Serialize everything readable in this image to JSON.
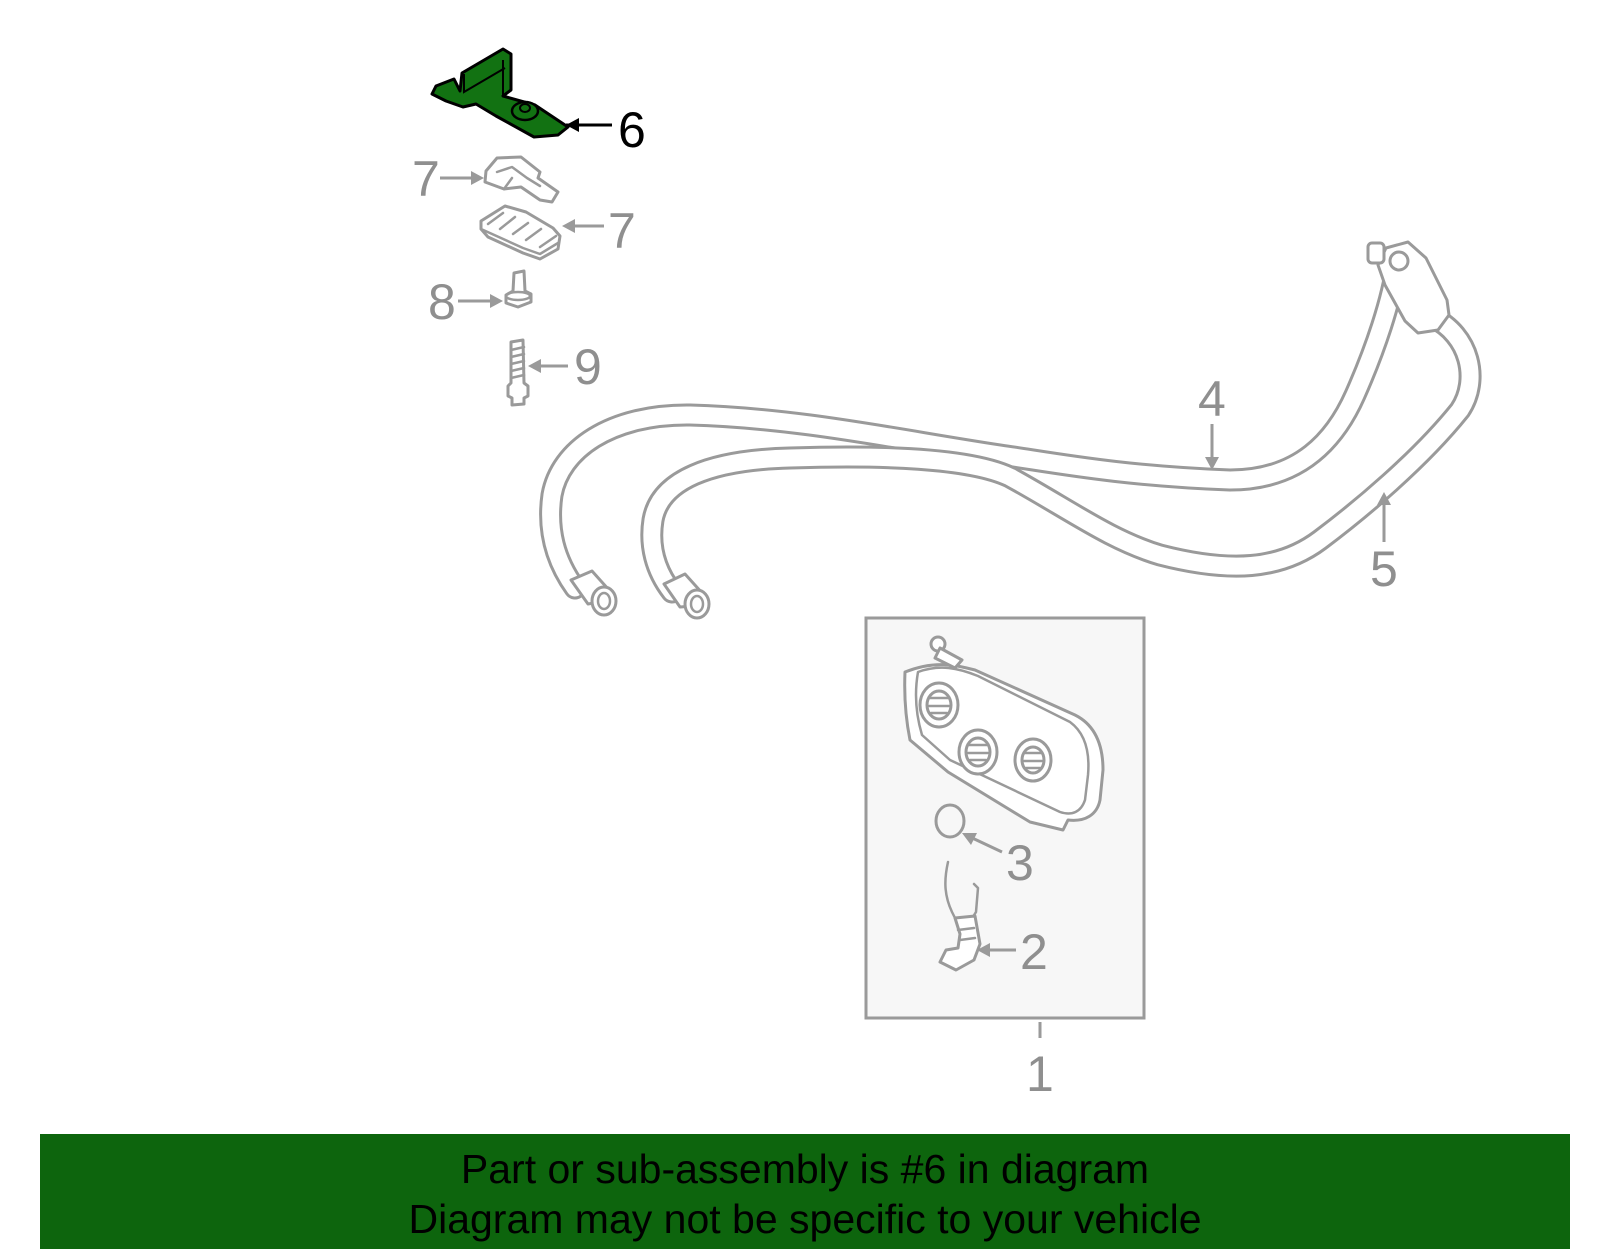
{
  "diagram": {
    "callouts": [
      {
        "id": "1",
        "label": "1"
      },
      {
        "id": "2",
        "label": "2"
      },
      {
        "id": "3",
        "label": "3"
      },
      {
        "id": "4",
        "label": "4"
      },
      {
        "id": "5",
        "label": "5"
      },
      {
        "id": "6",
        "label": "6",
        "highlighted": true
      },
      {
        "id": "7a",
        "label": "7"
      },
      {
        "id": "7b",
        "label": "7"
      },
      {
        "id": "8",
        "label": "8"
      },
      {
        "id": "9",
        "label": "9"
      }
    ],
    "highlight_part": "6",
    "colors": {
      "highlight_fill": "#127212",
      "part_stroke": "#9a9a9a",
      "callout_text": "#8f8f8f",
      "highlight_callout": "#000000",
      "banner_bg": "#0d650d",
      "inset_bg": "#f7f7f7"
    }
  },
  "banner": {
    "line1": "Part or sub-assembly is #6 in diagram",
    "line2": "Diagram may not be specific to your vehicle"
  }
}
